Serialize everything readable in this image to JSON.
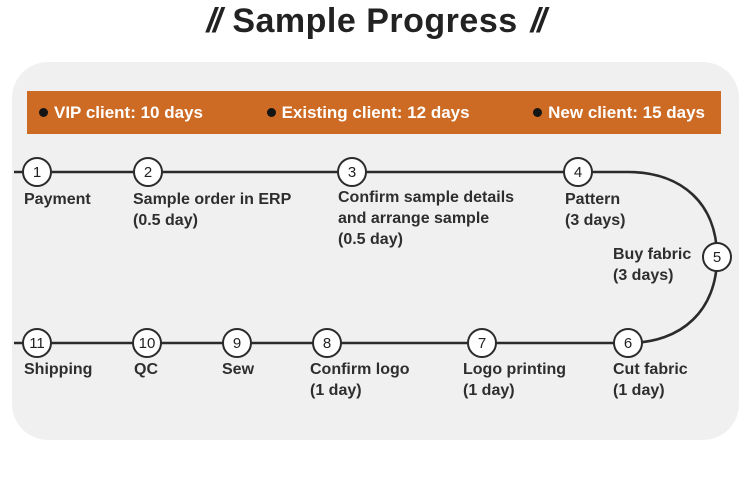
{
  "title": {
    "left_mark": "//",
    "text": "Sample Progress",
    "right_mark": "//"
  },
  "banner": {
    "items": [
      {
        "label": "VIP client: 10 days"
      },
      {
        "label": "Existing client: 12 days"
      },
      {
        "label": "New client: 15 days"
      }
    ]
  },
  "steps": [
    {
      "number": "1",
      "label": "Payment",
      "duration": ""
    },
    {
      "number": "2",
      "label": "Sample order in ERP",
      "duration": "(0.5 day)"
    },
    {
      "number": "3",
      "label": "Confirm sample details and arrange sample",
      "duration": "(0.5 day)"
    },
    {
      "number": "4",
      "label": "Pattern",
      "duration": "(3 days)"
    },
    {
      "number": "5",
      "label": "Buy fabric",
      "duration": "(3 days)"
    },
    {
      "number": "6",
      "label": "Cut fabric",
      "duration": "(1 day)"
    },
    {
      "number": "7",
      "label": "Logo printing",
      "duration": "(1 day)"
    },
    {
      "number": "8",
      "label": "Confirm logo",
      "duration": "(1 day)"
    },
    {
      "number": "9",
      "label": "Sew",
      "duration": ""
    },
    {
      "number": "10",
      "label": "QC",
      "duration": ""
    },
    {
      "number": "11",
      "label": "Shipping",
      "duration": ""
    }
  ],
  "colors": {
    "banner_bg": "#cd6a24",
    "card_bg": "#f0f0f0",
    "line": "#2b2b2b",
    "text_dark": "#2e2e2e"
  }
}
